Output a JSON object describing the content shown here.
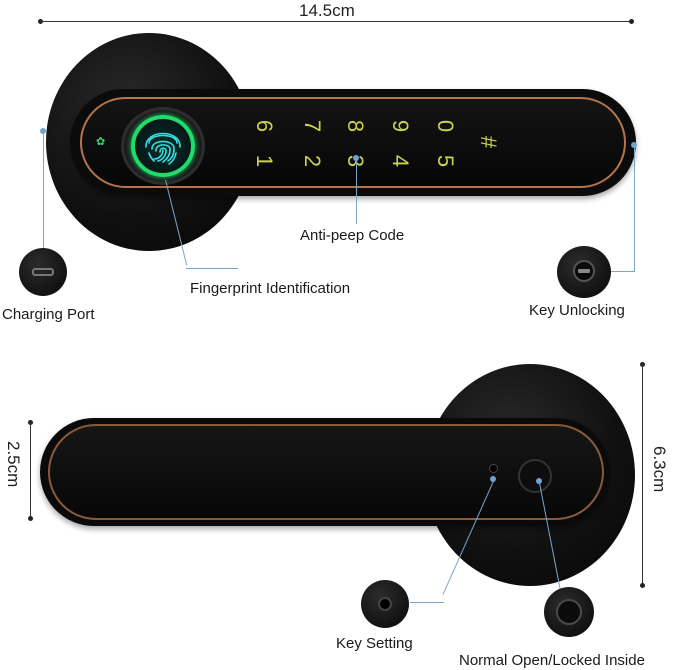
{
  "dimensions": {
    "width": "14.5cm",
    "height_handle": "2.5cm",
    "height_rose": "6.3cm"
  },
  "keypad": {
    "row_top": [
      "6",
      "7",
      "8",
      "9",
      "0"
    ],
    "row_bottom": [
      "1",
      "2",
      "3",
      "4",
      "5",
      "#"
    ]
  },
  "labels": {
    "anti_peep": "Anti-peep Code",
    "fingerprint": "Fingerprint Identification",
    "charging": "Charging Port",
    "key_unlocking": "Key Unlocking",
    "key_setting": "Key Setting",
    "normal_open": "Normal Open/Locked Inside"
  },
  "colors": {
    "accent_copper": "#b6744d",
    "fingerprint_green": "#1fdc6c",
    "keypad_digits": "#c9d44e",
    "callout_line": "#7aa6c9"
  }
}
